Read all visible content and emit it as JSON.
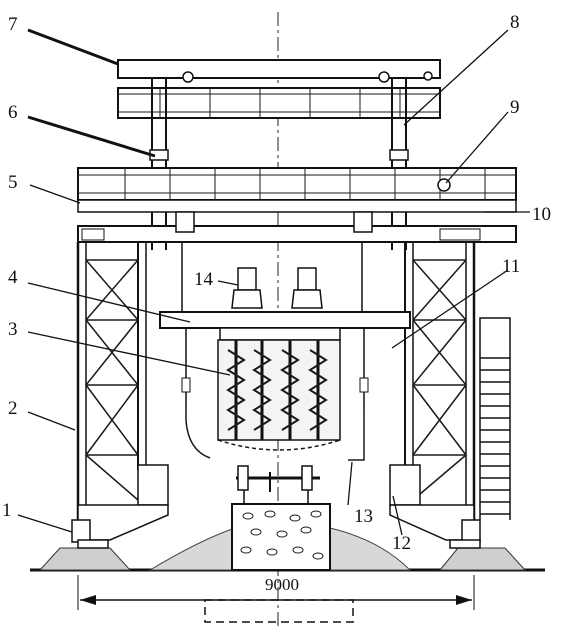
{
  "diagram": {
    "callouts": [
      "1",
      "2",
      "3",
      "4",
      "5",
      "6",
      "7",
      "8",
      "9",
      "10",
      "11",
      "12",
      "13",
      "14"
    ],
    "dimension": "9000"
  }
}
